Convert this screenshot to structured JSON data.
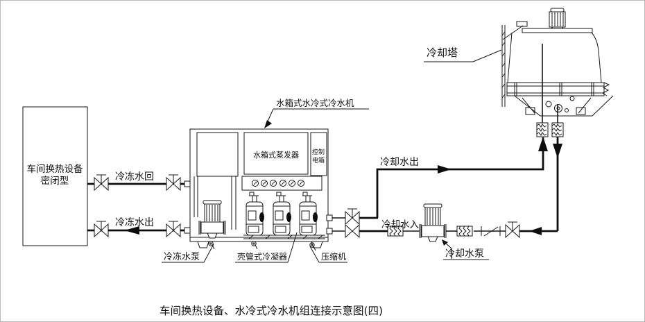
{
  "diagram": {
    "caption": "车间换热设备、水冷式冷水机组连接示意图(四)",
    "workshop_box": {
      "line1": "车间换热设备",
      "line2": "密闭型"
    },
    "pipe_labels": {
      "chilled_water_return": "冷冻水回",
      "chilled_water_out": "冷冻水出",
      "cooling_water_out": "冷却水出",
      "cooling_water_in": "冷却水入"
    },
    "equipment_labels": {
      "cooling_tower": "冷却塔",
      "chiller": "水箱式水冷式冷水机",
      "evaporator": "水箱式蒸发器",
      "control_box_line1": "控制",
      "control_box_line2": "电箱",
      "chilled_water_pump": "冷冻水泵",
      "shell_tube_condenser": "壳管式冷凝器",
      "compressor": "压缩机",
      "cooling_water_pump": "冷却水泵"
    },
    "colors": {
      "line": "#111111",
      "background": "#ffffff"
    }
  }
}
